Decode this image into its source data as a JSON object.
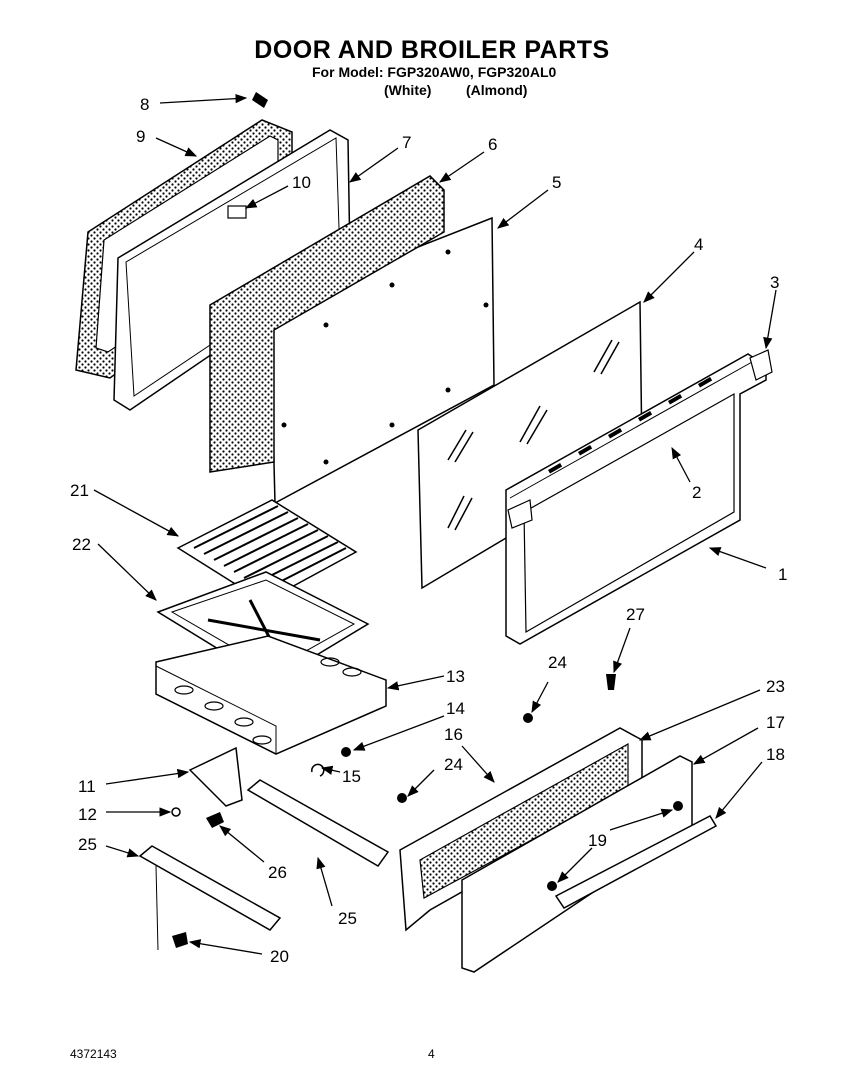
{
  "header": {
    "title": "DOOR AND BROILER PARTS",
    "model_line": "For Model: FGP320AW0, FGP320AL0",
    "color_white": "(White)",
    "color_almond": "(Almond)"
  },
  "footer": {
    "doc_number": "4372143",
    "page_number": "4"
  },
  "callouts": [
    "1",
    "2",
    "3",
    "4",
    "5",
    "6",
    "7",
    "8",
    "9",
    "10",
    "11",
    "12",
    "13",
    "14",
    "15",
    "16",
    "17",
    "18",
    "19",
    "20",
    "21",
    "22",
    "23",
    "24",
    "24",
    "25",
    "25",
    "26",
    "27"
  ]
}
